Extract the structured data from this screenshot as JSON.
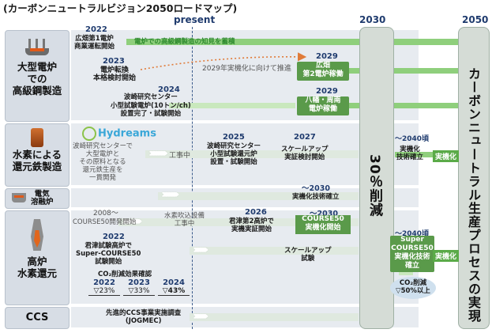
{
  "title": "(カーボンニュートラルビジョン2050ロードマップ)",
  "timeline": {
    "present": "present",
    "y2030": "2030",
    "y2050": "2050"
  },
  "categories": {
    "eaf": "大型電炉\nでの\n高級鋼製造",
    "hydrogen_dri": "水素による\n還元鉄製造",
    "smelting": "電気\n溶融炉",
    "bf_h2": "高炉\n水素還元",
    "ccs": "CCS"
  },
  "col2030": {
    "text": "30％削減"
  },
  "col2050": {
    "text": "カーボンニュートラル生産プロセスの実現"
  },
  "eaf": {
    "y2022": "2022",
    "hirohata1": "広畑第1電炉\n商業運転開始",
    "knowledge": "電炉での高級鋼製造の知見を蓄積",
    "y2023": "2023",
    "conversion": "電炉転換\n本格検討開始",
    "push2029": "2029年実機化に向けて推進",
    "y2029a": "2029",
    "hirohata2": "広畑\n第2電炉稼働",
    "y2024": "2024",
    "hasaki_test": "波崎研究センター\n小型試験電炉(10トン/ch)\n設置完了・試験開始",
    "y2029b": "2029",
    "yawata": "八幡・周南\n電炉稼働"
  },
  "hydrogen": {
    "logo": "Hydreams",
    "desc": "波崎研究センターで\n大型電炉と\nその原料となる\n還元鉄生産を\n一貫開発",
    "construction": "工事中",
    "y2025": "2025",
    "shaft": "波崎研究センター\n小型試験還元炉\n設置・試験開始",
    "y2027": "2027",
    "scaleup": "スケールアップ\n実証検討開始",
    "y2040": "〜2040頃",
    "establish": "実機化\n技術確立",
    "tag": "実機化"
  },
  "smelting": {
    "y2030": "〜2030",
    "establish": "実機化技術確立"
  },
  "bf": {
    "y2008": "2008〜",
    "course50_start": "COURSE50開発開始",
    "h2_injection": "水素吹込設備\n工事中",
    "y2026": "2026",
    "kimitsu": "君津第2高炉で\n実機実証開始",
    "y2030": "〜2030",
    "course50_box": "COURSE50\n実機化開始",
    "y2022": "2022",
    "kimitsu_test": "君津試験高炉で\nSuper-COURSE50\n試験開始",
    "scaleup": "スケールアップ\n試験",
    "y2040": "〜2040頃",
    "super_box": "Super\nCOURSE50\n実機化技術\n確立",
    "tag": "実機化",
    "effect_title": "CO₂削減効果確認",
    "effects": [
      {
        "year": "2022",
        "value": "▽23%"
      },
      {
        "year": "2023",
        "value": "▽33%"
      },
      {
        "year": "2024",
        "value": "▽43%"
      }
    ],
    "co2_target": "CO₂削減\n▽50%以上"
  },
  "ccs": {
    "survey": "先進的CCS事業実施調査\n(JOGMEC)"
  },
  "colors": {
    "green": "#5a9a4a",
    "navy": "#1f3b6e",
    "row_bg": "#e7ebf0"
  }
}
